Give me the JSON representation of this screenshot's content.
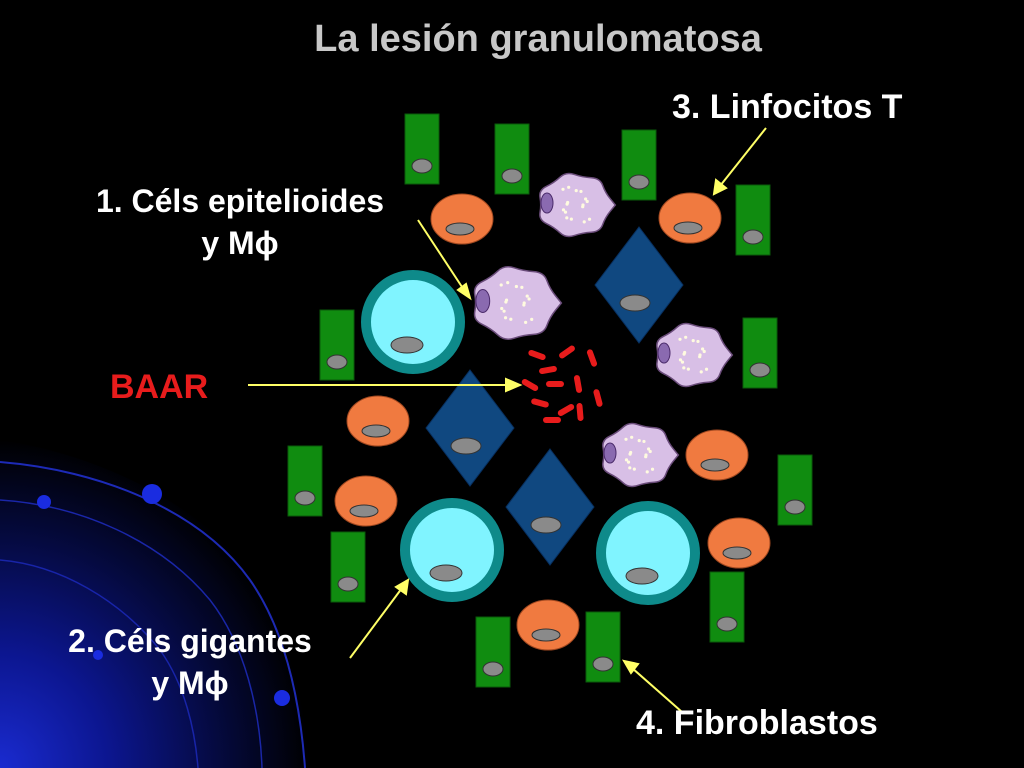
{
  "title": "La lesión granulomatosa",
  "labels": {
    "epithelioid_line1": "1. Céls epitelioides",
    "epithelioid_line2": "y Mϕ",
    "giant_line1": "2. Céls gigantes",
    "giant_line2": "y Mϕ",
    "t_cells": "3. Linfocitos T",
    "fibroblasts": "4. Fibroblastos",
    "baar": "BAAR"
  },
  "colors": {
    "background": "#000000",
    "title": "#c8c8c8",
    "label": "#ffffff",
    "baar": "#e81c1c",
    "arrow": "#ffff66",
    "fibroblast": "#108c10",
    "lymphocyte": "#f07a40",
    "giant_cell": "#80f4ff",
    "giant_ring": "#0e8a8a",
    "epithelioid": "#104880",
    "macrophage": "#d8bfe6",
    "nucleus": "#8a8a8a"
  }
}
